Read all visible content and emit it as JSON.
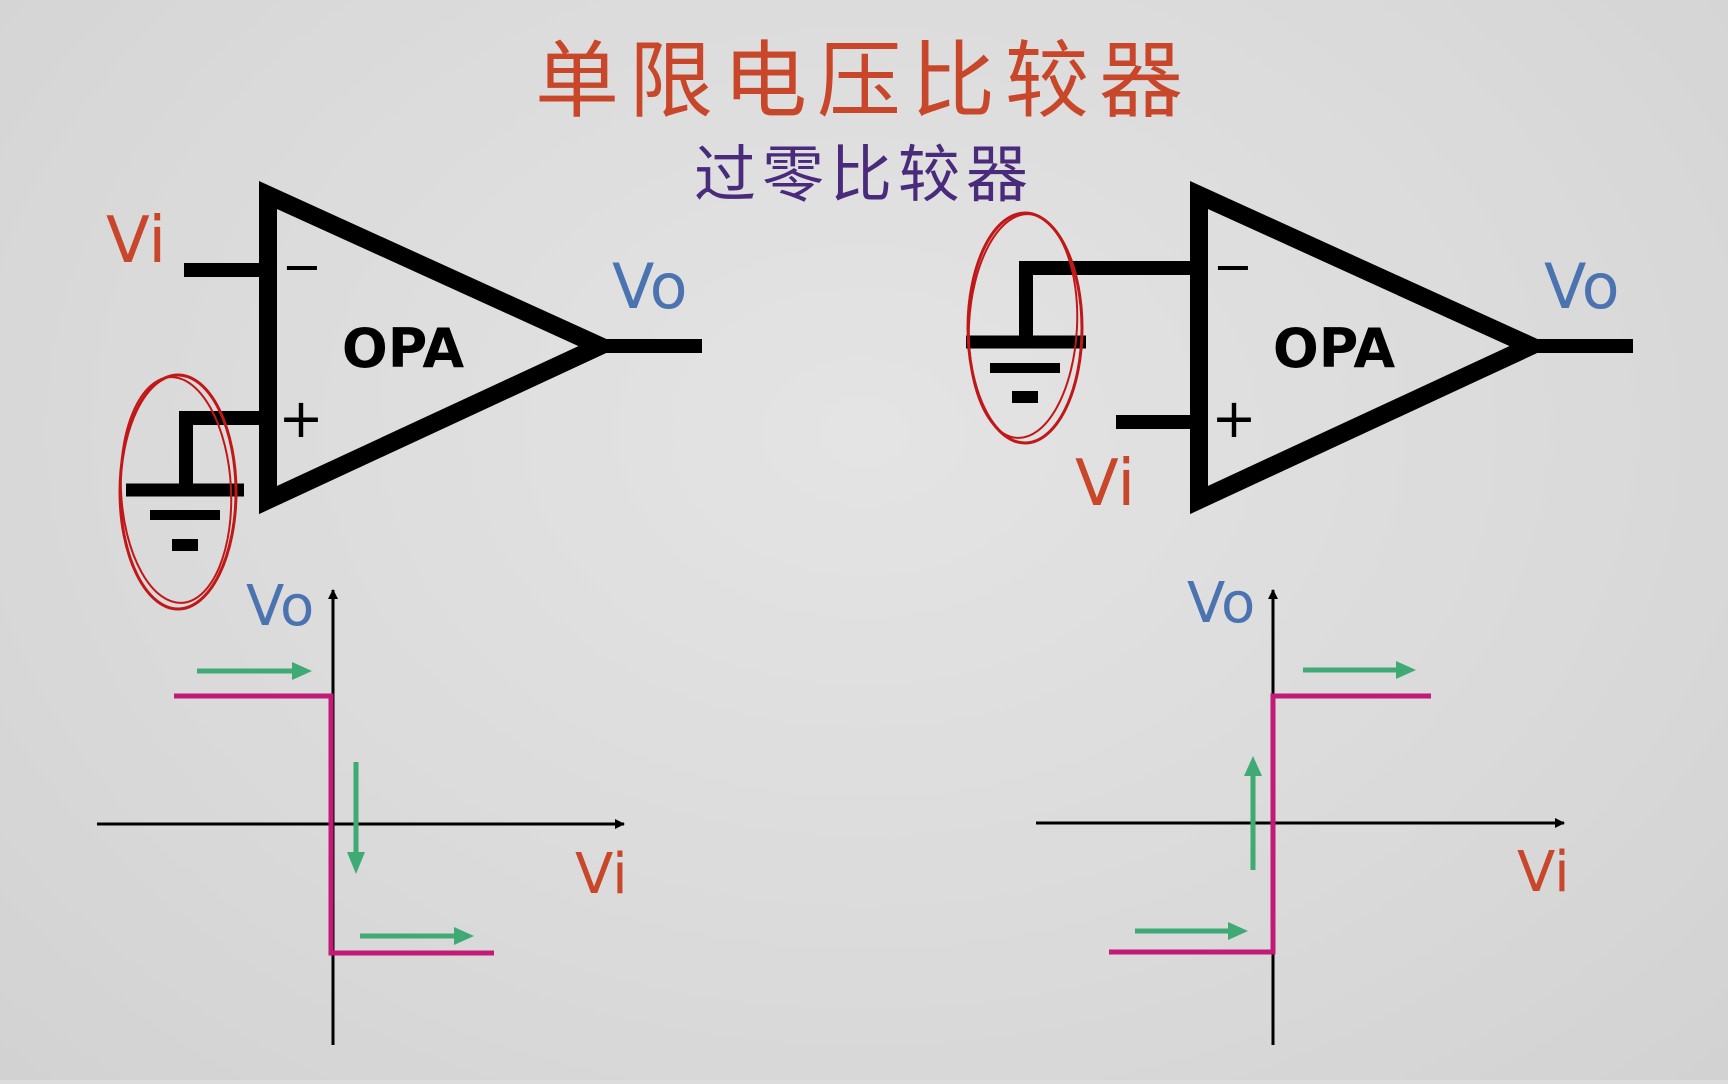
{
  "title": "单限电压比较器",
  "subtitle": "过零比较器",
  "colors": {
    "title": "#c8472a",
    "subtitle": "#4a2a7a",
    "label_red": "#c8472a",
    "label_blue": "#4a73b0",
    "transfer_curve": "#c21a77",
    "direction_arrow": "#3faa74",
    "ground_circle": "#c01818",
    "wire": "#000000"
  },
  "circuits": [
    {
      "amp_label": "OPA",
      "minus_sign": "−",
      "plus_sign": "+",
      "input_label": "Vi",
      "output_label": "Vo",
      "input_pin": "inverting",
      "grounded_pin": "non-inverting",
      "ground_icon": "ground-icon"
    },
    {
      "amp_label": "OPA",
      "minus_sign": "−",
      "plus_sign": "+",
      "input_label": "Vi",
      "output_label": "Vo",
      "input_pin": "non-inverting",
      "grounded_pin": "inverting",
      "ground_icon": "ground-icon"
    }
  ],
  "graphs": [
    {
      "y_axis_label": "Vo",
      "x_axis_label": "Vi",
      "transfer": "high-to-low at Vi = 0"
    },
    {
      "y_axis_label": "Vo",
      "x_axis_label": "Vi",
      "transfer": "low-to-high at Vi = 0"
    }
  ]
}
